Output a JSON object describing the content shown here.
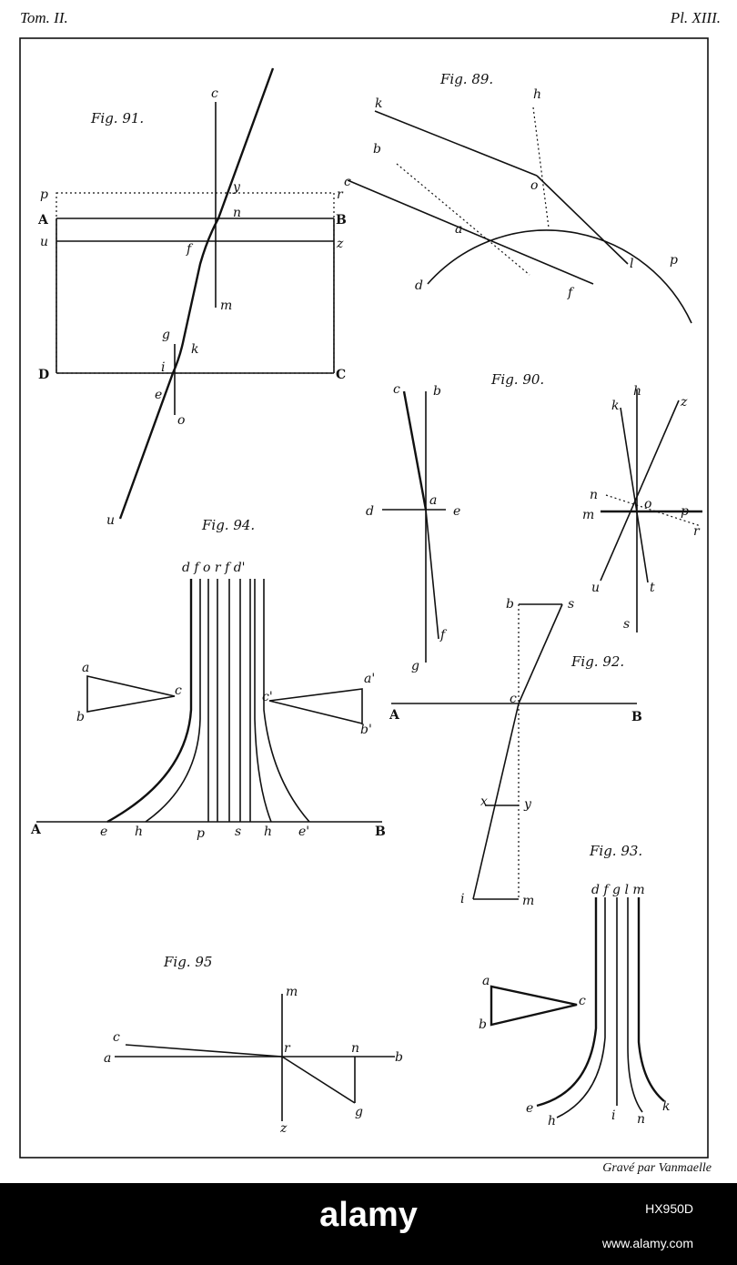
{
  "header": {
    "volume": "Tom. II.",
    "plate": "Pl. XIII."
  },
  "figures": {
    "fig91": {
      "caption": "Fig. 91.",
      "lower": [
        "p",
        "r",
        "u",
        "z",
        "c",
        "n",
        "y",
        "m",
        "f",
        "g",
        "k",
        "i",
        "e",
        "o",
        "u"
      ],
      "upper": [
        "A",
        "B",
        "D",
        "C"
      ]
    },
    "fig89": {
      "caption": "Fig. 89.",
      "labels": [
        "k",
        "h",
        "b",
        "c",
        "o",
        "a",
        "l",
        "p",
        "d",
        "f"
      ]
    },
    "fig90": {
      "caption": "Fig. 90.",
      "labels": [
        "c",
        "b",
        "d",
        "a",
        "e",
        "g",
        "f",
        "h",
        "k",
        "z",
        "n",
        "o",
        "m",
        "p",
        "r",
        "u",
        "t",
        "s"
      ]
    },
    "fig94": {
      "caption": "Fig. 94.",
      "top": "d f o  r f d'",
      "labels": [
        "a",
        "b",
        "c",
        "a'",
        "c'",
        "b'",
        "e",
        "h",
        "p",
        "s",
        "h",
        "e'"
      ],
      "axis": [
        "A",
        "B"
      ]
    },
    "fig92": {
      "caption": "Fig. 92.",
      "labels": [
        "b",
        "s",
        "c",
        "x",
        "y",
        "i",
        "m"
      ],
      "axis": [
        "A",
        "B"
      ]
    },
    "fig93": {
      "caption": "Fig. 93.",
      "top": "d f g l m",
      "labels": [
        "a",
        "b",
        "c",
        "e",
        "h",
        "i",
        "n",
        "k"
      ]
    },
    "fig95": {
      "caption": "Fig. 95",
      "labels": [
        "m",
        "c",
        "a",
        "r",
        "n",
        "b",
        "g",
        "z"
      ]
    }
  },
  "engraver": "Gravé par Vanmaelle",
  "footer": {
    "logo": "alamy",
    "image_id": "HX950D",
    "url": "www.alamy.com"
  }
}
